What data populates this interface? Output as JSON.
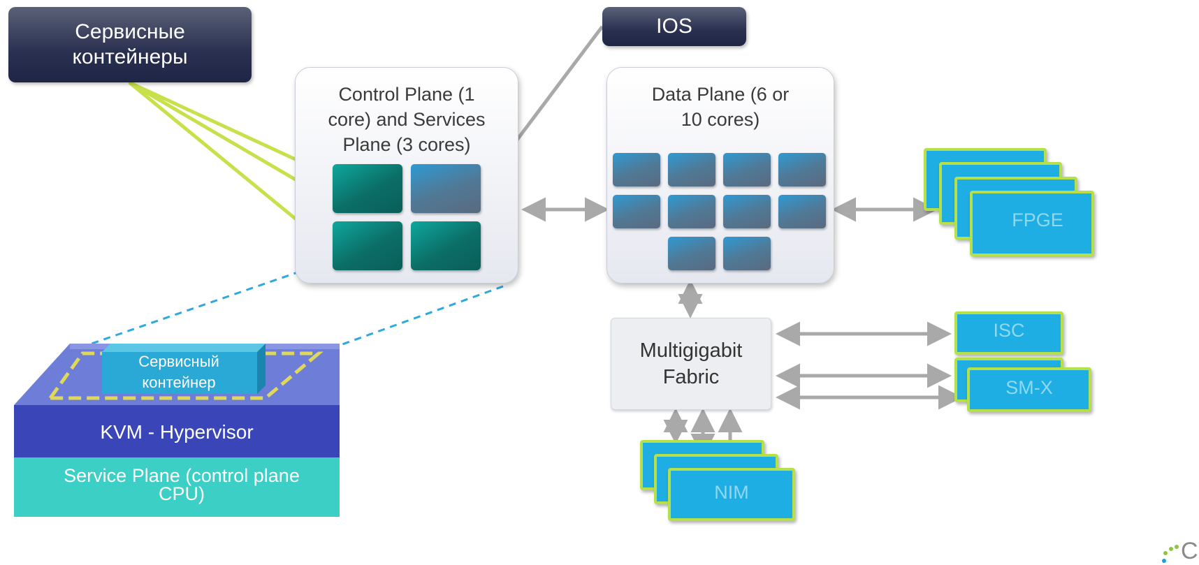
{
  "labels": {
    "service_containers": "Сервисные контейнеры",
    "ios": "IOS"
  },
  "control_plane": {
    "title": "Control Plane (1 core) and Services Plane (3 cores)"
  },
  "data_plane": {
    "title": "Data Plane (6 or 10 cores)"
  },
  "fabric": {
    "title": "Multigigabit Fabric"
  },
  "modules": {
    "fpge": "FPGE",
    "isc": "ISC",
    "smx": "SM-X",
    "nim": "NIM"
  },
  "stack": {
    "container": "Сервисный контейнер",
    "hypervisor": "KVM - Hypervisor",
    "service_plane": "Service Plane (control plane CPU)"
  },
  "logo": {
    "text": "Cisco"
  },
  "colors": {
    "arrow_green": "#c8e04a",
    "arrow_gray": "#a9a9a9",
    "dashed_blue": "#2ea8dd",
    "module_blue": "#1eaee3",
    "module_border": "#b6e04a"
  }
}
